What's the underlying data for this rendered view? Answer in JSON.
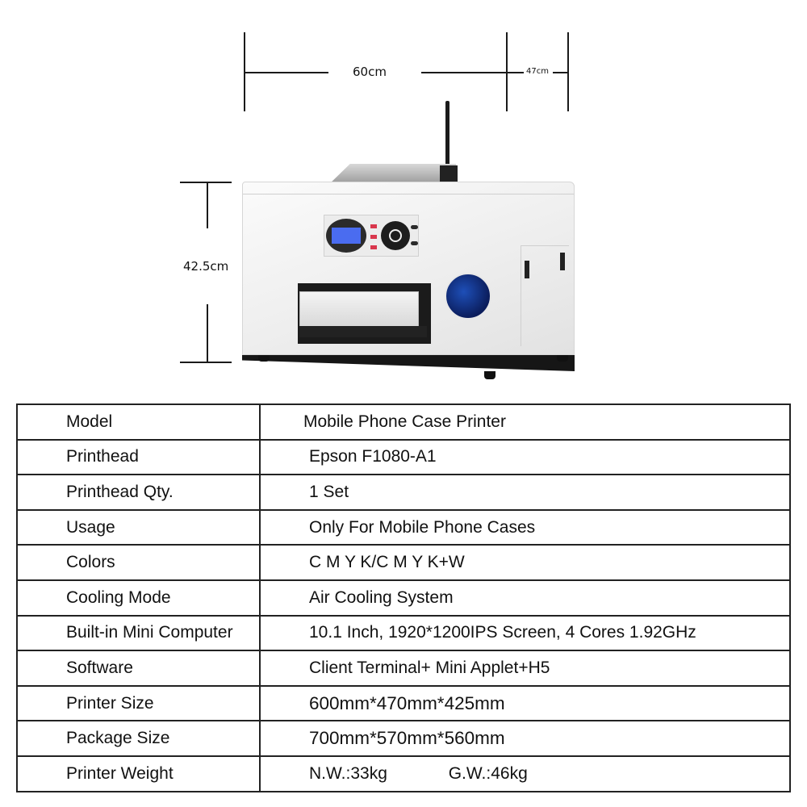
{
  "dimensions": {
    "width_label": "60cm",
    "depth_label": "47cm",
    "height_label": "42.5cm"
  },
  "product_image": {
    "description": "Mobile phone case UV printer with tablet, antenna, LCD control panel and UV lamp window"
  },
  "spec_table": {
    "rows": [
      {
        "label": "Model",
        "value": "Mobile Phone Case Printer"
      },
      {
        "label": "Printhead",
        "value": "Epson F1080-A1"
      },
      {
        "label": "Printhead Qty.",
        "value": "1 Set"
      },
      {
        "label": "Usage",
        "value": "Only For Mobile Phone Cases"
      },
      {
        "label": "Colors",
        "value": "C M Y K/C M Y K+W"
      },
      {
        "label": "Cooling Mode",
        "value": "Air Cooling System"
      },
      {
        "label": "Built-in Mini Computer",
        "value": "10.1 Inch, 1920*1200IPS Screen, 4 Cores 1.92GHz"
      },
      {
        "label": "Software",
        "value": "Client Terminal+ Mini Applet+H5"
      },
      {
        "label": "Printer Size",
        "value": "600mm*470mm*425mm"
      },
      {
        "label": "Package Size",
        "value": "700mm*570mm*560mm"
      },
      {
        "label": "Printer Weight",
        "net_weight": "N.W.:33kg",
        "gross_weight": "G.W.:46kg"
      }
    ]
  },
  "colors": {
    "lcd": "#4a6cf0",
    "uv_window": "#1e4fb8",
    "control_buttons": "#d9364c",
    "border": "#222222"
  }
}
